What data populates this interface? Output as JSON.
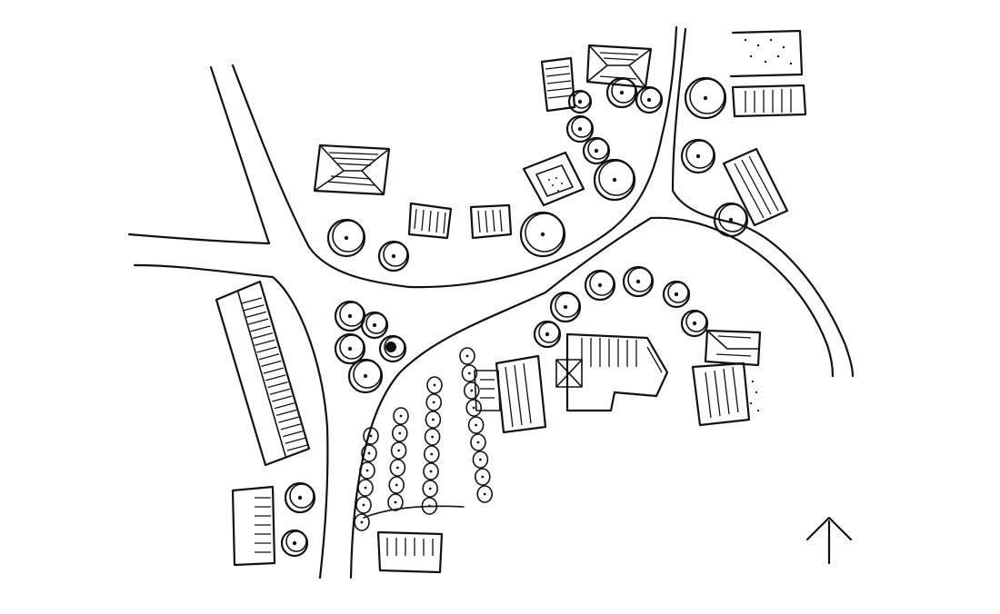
{
  "map": {
    "style": "hand-drawn site plan sketch",
    "ink_color": "#111111",
    "paper_color": "#ffffff",
    "north_arrow": {
      "icon": "north-arrow-icon",
      "direction": "up"
    },
    "features": {
      "buildings": 18,
      "trees": 24,
      "orchard_rows": 4
    }
  }
}
